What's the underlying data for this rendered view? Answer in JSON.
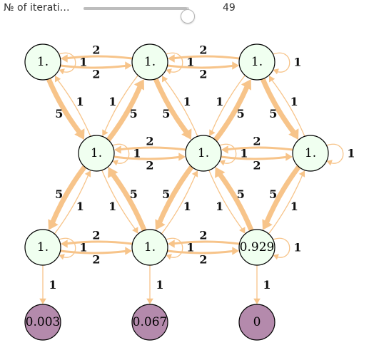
{
  "controls": {
    "label": "№ of iterati…",
    "value": "49",
    "slider_fraction": 0.98
  },
  "colors": {
    "node_fill": "#f0fff0",
    "sink_fill": "#b48aac",
    "edge": "#f7c48a"
  },
  "nodes": [
    {
      "id": "a1",
      "label": "1.",
      "kind": "state"
    },
    {
      "id": "a2",
      "label": "1.",
      "kind": "state"
    },
    {
      "id": "a3",
      "label": "1.",
      "kind": "state"
    },
    {
      "id": "b1",
      "label": "1.",
      "kind": "state"
    },
    {
      "id": "b2",
      "label": "1.",
      "kind": "state"
    },
    {
      "id": "b3",
      "label": "1.",
      "kind": "state"
    },
    {
      "id": "c1",
      "label": "1.",
      "kind": "state"
    },
    {
      "id": "c2",
      "label": "1.",
      "kind": "state"
    },
    {
      "id": "c3",
      "label": "0.929",
      "kind": "state"
    },
    {
      "id": "d1",
      "label": "0.003",
      "kind": "sink"
    },
    {
      "id": "d2",
      "label": "0.067",
      "kind": "sink"
    },
    {
      "id": "d3",
      "label": "0",
      "kind": "sink"
    }
  ],
  "edges": [
    {
      "from": "a1",
      "to": "a2",
      "label": "2"
    },
    {
      "from": "a2",
      "to": "a1",
      "label": "2"
    },
    {
      "from": "a2",
      "to": "a3",
      "label": "2"
    },
    {
      "from": "a3",
      "to": "a2",
      "label": "2"
    },
    {
      "from": "a1",
      "to": "b1",
      "label": "5"
    },
    {
      "from": "b1",
      "to": "a1",
      "label": "1"
    },
    {
      "from": "a2",
      "to": "b1",
      "label": "1"
    },
    {
      "from": "b1",
      "to": "a2",
      "label": "5"
    },
    {
      "from": "a2",
      "to": "b2",
      "label": "5"
    },
    {
      "from": "b2",
      "to": "a2",
      "label": "1"
    },
    {
      "from": "a3",
      "to": "b2",
      "label": "1"
    },
    {
      "from": "b2",
      "to": "a3",
      "label": "5"
    },
    {
      "from": "a3",
      "to": "b3",
      "label": "5"
    },
    {
      "from": "b3",
      "to": "a3",
      "label": "1"
    },
    {
      "from": "b1",
      "to": "b2",
      "label": "2"
    },
    {
      "from": "b2",
      "to": "b1",
      "label": "2"
    },
    {
      "from": "b2",
      "to": "b3",
      "label": "2"
    },
    {
      "from": "b3",
      "to": "b2",
      "label": "2"
    },
    {
      "from": "c1",
      "to": "b1",
      "label": "1"
    },
    {
      "from": "b1",
      "to": "c1",
      "label": "5"
    },
    {
      "from": "b1",
      "to": "c2",
      "label": "1"
    },
    {
      "from": "c2",
      "to": "b1",
      "label": "5"
    },
    {
      "from": "c2",
      "to": "b2",
      "label": "1"
    },
    {
      "from": "b2",
      "to": "c2",
      "label": "5"
    },
    {
      "from": "b2",
      "to": "c3",
      "label": "1"
    },
    {
      "from": "c3",
      "to": "b2",
      "label": "5"
    },
    {
      "from": "c3",
      "to": "b3",
      "label": "1"
    },
    {
      "from": "b3",
      "to": "c3",
      "label": "5"
    },
    {
      "from": "c1",
      "to": "c2",
      "label": "2"
    },
    {
      "from": "c2",
      "to": "c1",
      "label": "2"
    },
    {
      "from": "c2",
      "to": "c3",
      "label": "2"
    },
    {
      "from": "c3",
      "to": "c2",
      "label": "2"
    },
    {
      "from": "c1",
      "to": "d1",
      "label": "1"
    },
    {
      "from": "c2",
      "to": "d2",
      "label": "1"
    },
    {
      "from": "c3",
      "to": "d3",
      "label": "1"
    }
  ],
  "self_loops": [
    {
      "node": "a1",
      "label": "1"
    },
    {
      "node": "a2",
      "label": "1"
    },
    {
      "node": "a3",
      "label": "1"
    },
    {
      "node": "b1",
      "label": "1"
    },
    {
      "node": "b2",
      "label": "1"
    },
    {
      "node": "b3",
      "label": "1"
    },
    {
      "node": "c1",
      "label": "1"
    },
    {
      "node": "c2",
      "label": "1"
    },
    {
      "node": "c3",
      "label": "1"
    }
  ]
}
